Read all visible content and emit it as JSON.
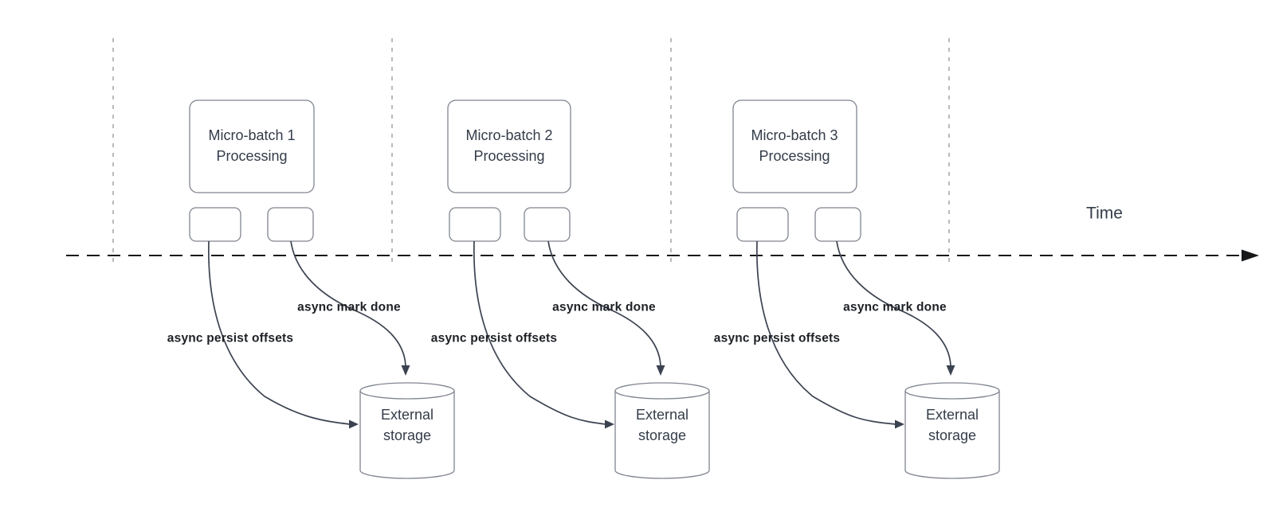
{
  "diagram": {
    "time_axis": {
      "label": "Time"
    },
    "batches": [
      {
        "title_line1": "Micro-batch 1",
        "title_line2": "Processing",
        "persist_label": "async persist offsets",
        "mark_done_label": "async mark done",
        "storage_line1": "External",
        "storage_line2": "storage"
      },
      {
        "title_line1": "Micro-batch 2",
        "title_line2": "Processing",
        "persist_label": "async persist offsets",
        "mark_done_label": "async mark done",
        "storage_line1": "External",
        "storage_line2": "storage"
      },
      {
        "title_line1": "Micro-batch 3",
        "title_line2": "Processing",
        "persist_label": "async persist offsets",
        "mark_done_label": "async mark done",
        "storage_line1": "External",
        "storage_line2": "storage"
      }
    ],
    "colors": {
      "background": "#ffffff",
      "shape_stroke": "#80858f",
      "connector_stroke": "#3c4350",
      "timeline_stroke": "#17181a",
      "lane_divider_stroke": "#a8a8ad",
      "title_text": "#343c49",
      "label_text": "#1d2025"
    }
  }
}
